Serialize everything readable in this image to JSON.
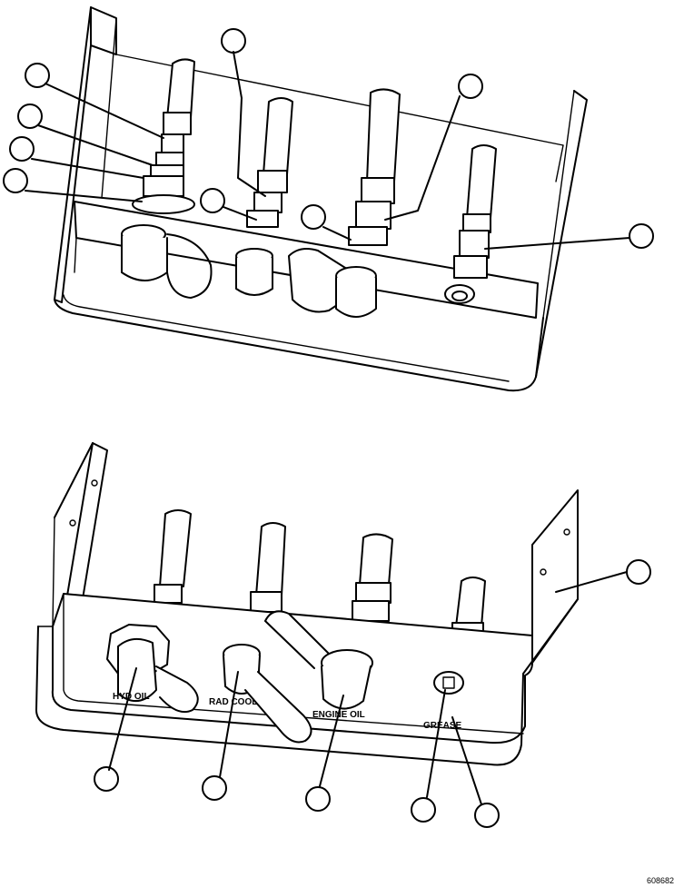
{
  "labels": {
    "hyd_oil": "HYD OIL",
    "rad_cool": "RAD COOL",
    "engine_oil": "ENGINE OIL",
    "grease": "GREASE"
  },
  "figure_id": "608682",
  "callout_count": 15
}
